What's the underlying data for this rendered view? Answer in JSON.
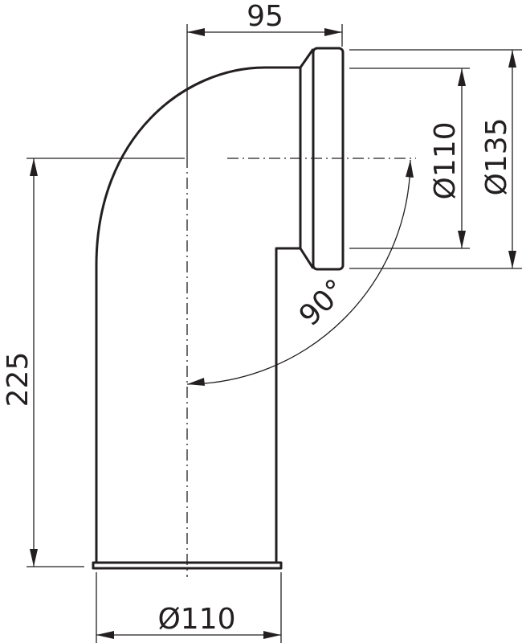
{
  "dimensions": {
    "offset": "95",
    "height": "225",
    "outlet_inner_diameter": "Ø110",
    "outlet_outer_diameter": "Ø135",
    "inlet_diameter": "Ø110",
    "angle": "90°"
  }
}
